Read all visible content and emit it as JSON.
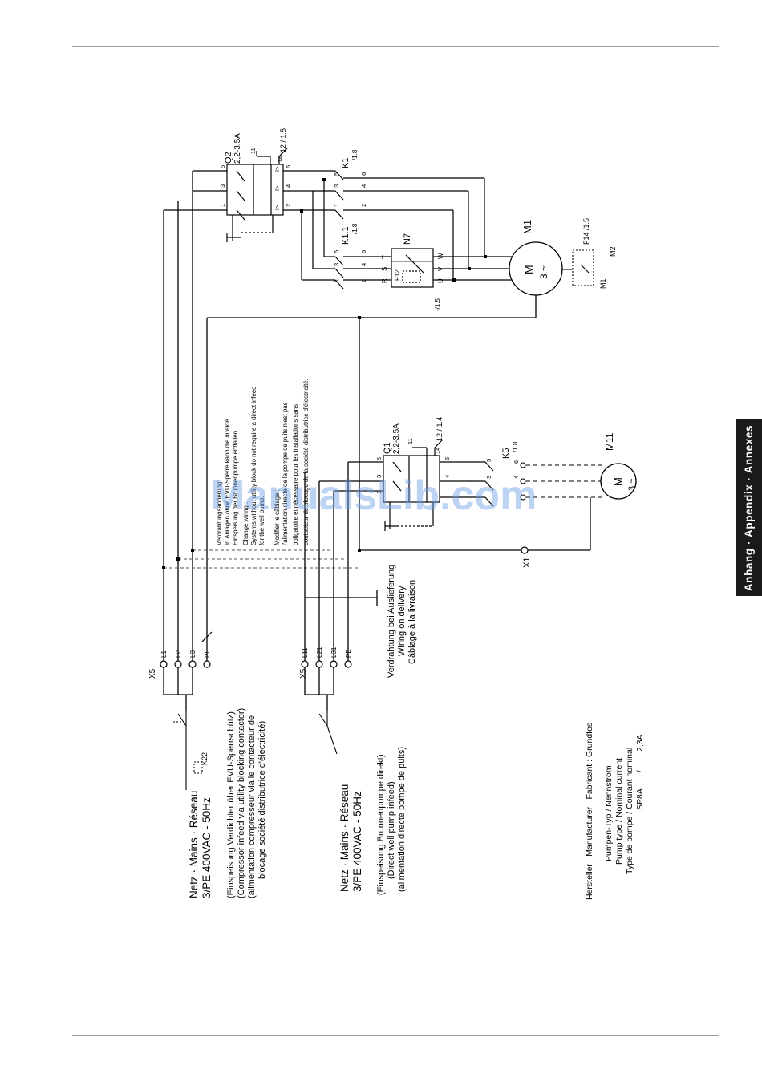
{
  "side_tab": "Anhang · Appendix · Annexes",
  "watermark": "ManualsLib.com",
  "supply1": {
    "title1": "Netz · Mains · Réseau",
    "title2": "3/PE 400VAC - 50Hz",
    "note1": "(Einspeisung Verdichter über EVU-Sperrschütz)",
    "note2": "(Compressor infeed via utility blocking contactor)",
    "note3": "(alimentation compresseur via le contacteur de",
    "note4": "blocage société distributrice d'électricité)",
    "contactor": "K22",
    "terminal": "X5",
    "lines": [
      "L1",
      "L2",
      "L3",
      "PE"
    ]
  },
  "supply2": {
    "title1": "Netz · Mains · Réseau",
    "title2": "3/PE 400VAC - 50Hz",
    "note1": "(Einspeisung Brunnenpumpe direkt)",
    "note2": "(Direct well pump infeed)",
    "note3": "(alimentation directe pompe de puits)",
    "terminal": "X5",
    "lines": [
      "L11",
      "L21",
      "L31",
      "PE"
    ]
  },
  "delivery": {
    "line1": "Verdrahtung bei Auslieferung",
    "line2": "Wiring on delivery",
    "line3": "Câblage à la livraison"
  },
  "wiring_change": {
    "l1": "Verdrahtungsänderung:",
    "l2": "In Anlagen ohne EVU-Sperre kann die direkte",
    "l3": "Einspeisung der Brunnenpumpe entfallen.",
    "l4": "Change wiring :",
    "l5": "Systems without utility block do not require a direct infeed",
    "l6": "for the well pump.",
    "l7": "Modifier le câblage :",
    "l8": "l'alimentation directe de la pompe de puits n'est pas",
    "l9": "obligatoire et nécessaire pour les installations sans",
    "l10": "contacteur de blocage de la société distributrice d'électricité."
  },
  "manufacturer": {
    "l1": "Hersteller · Manufacturer · Fabricant : Grundfos",
    "l2": "Pumpen-Typ / Nennstrom",
    "l3": "Pump type / Nominal current",
    "l4": "Type de pompe / Courant nominal",
    "l5": "SP8A       /        2,3A"
  },
  "components": {
    "q2": "Q2",
    "q2_rating": "2,2-3,5A",
    "q2_aux": "12 / 1.5",
    "k1": "K1",
    "k1_ref": "/1.8",
    "k11": "K1.1",
    "k11_ref": "/1.8",
    "n7": "N7",
    "f12": "F12",
    "f12_ref": "-/1.5",
    "m1": "M1",
    "f14": "F14 /1.5",
    "m2": "M2",
    "m1s": "M1",
    "q1": "Q1",
    "q1_rating": "2,2-3,5A",
    "q1_aux": "12 / 1.4",
    "k5": "K5",
    "k5_ref": "/1.8",
    "m11": "M11",
    "x1": "X1",
    "motor_m": "M",
    "motor_3": "3 ~",
    "t_1": "1",
    "t_2": "2",
    "t_3": "3",
    "t_4": "4",
    "t_5": "5",
    "t_6": "6",
    "t_11": "11",
    "t_14": "14",
    "ph_R": "R",
    "ph_S": "S",
    "ph_T": "T",
    "ph_U": "U",
    "ph_V": "V",
    "ph_W": "W",
    "i_gt": "I>"
  }
}
